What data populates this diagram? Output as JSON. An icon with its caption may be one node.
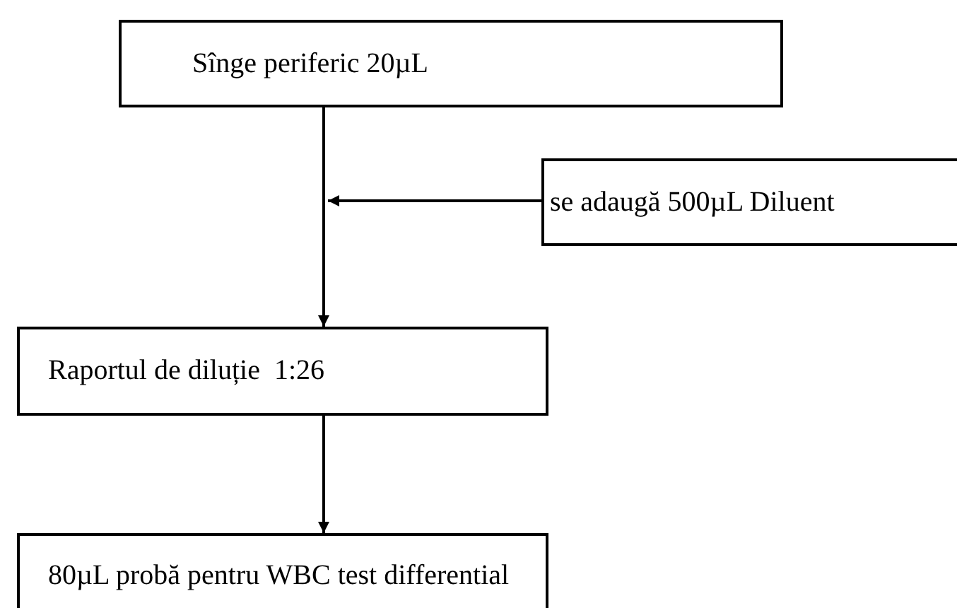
{
  "diagram": {
    "nodes": [
      {
        "text": [
          "Sînge periferic 20µL"
        ]
      },
      {
        "text": [
          "se adaugă 500µL Diluent"
        ]
      },
      {
        "text": [
          "Raportul de diluție  1:26"
        ]
      },
      {
        "text": [
          "80µL probă pentru WBC test differential"
        ]
      }
    ],
    "edges": [
      {
        "from": 0,
        "to": 2,
        "arrow": "to"
      },
      {
        "from": 1,
        "to": null,
        "arrow": "to"
      },
      {
        "from": 2,
        "to": 3,
        "arrow": "to"
      }
    ]
  }
}
